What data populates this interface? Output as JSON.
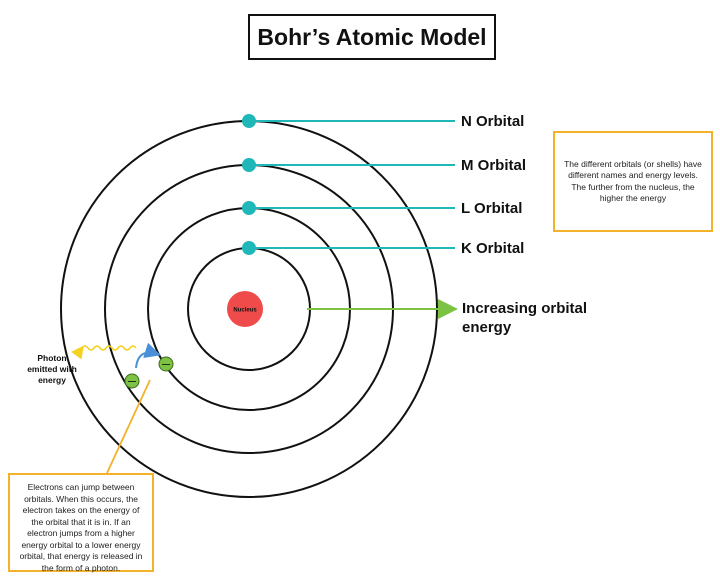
{
  "title": "Bohr’s Atomic Model",
  "nucleus_label": "Nucleus",
  "orbitals": [
    {
      "name": "K Orbital"
    },
    {
      "name": "L Orbital"
    },
    {
      "name": "M Orbital"
    },
    {
      "name": "N Orbital"
    }
  ],
  "energy_label": "Increasing orbital energy",
  "notes": {
    "shells": "The different orbitals (or shells) have different names and energy levels. The further from the nucleus, the higher the energy",
    "jump": "Electrons can jump between orbitals. When this occurs, the electron takes on the energy of the orbital that it is in. If an electron jumps from a higher energy orbital to a lower energy orbital, that energy is released in the form of a photon."
  },
  "photon_label": "Photon emitted with energy",
  "electron_sign": "—",
  "colors": {
    "nucleus": "#ef4b4b",
    "electron_marker": "#1fb7b7",
    "electron_jump": "#7cc243",
    "photon_wave": "#f5d21f",
    "note_border": "#f4b12a",
    "jump_arrow": "#4a90d9",
    "energy_arrow": "#7cc243"
  }
}
